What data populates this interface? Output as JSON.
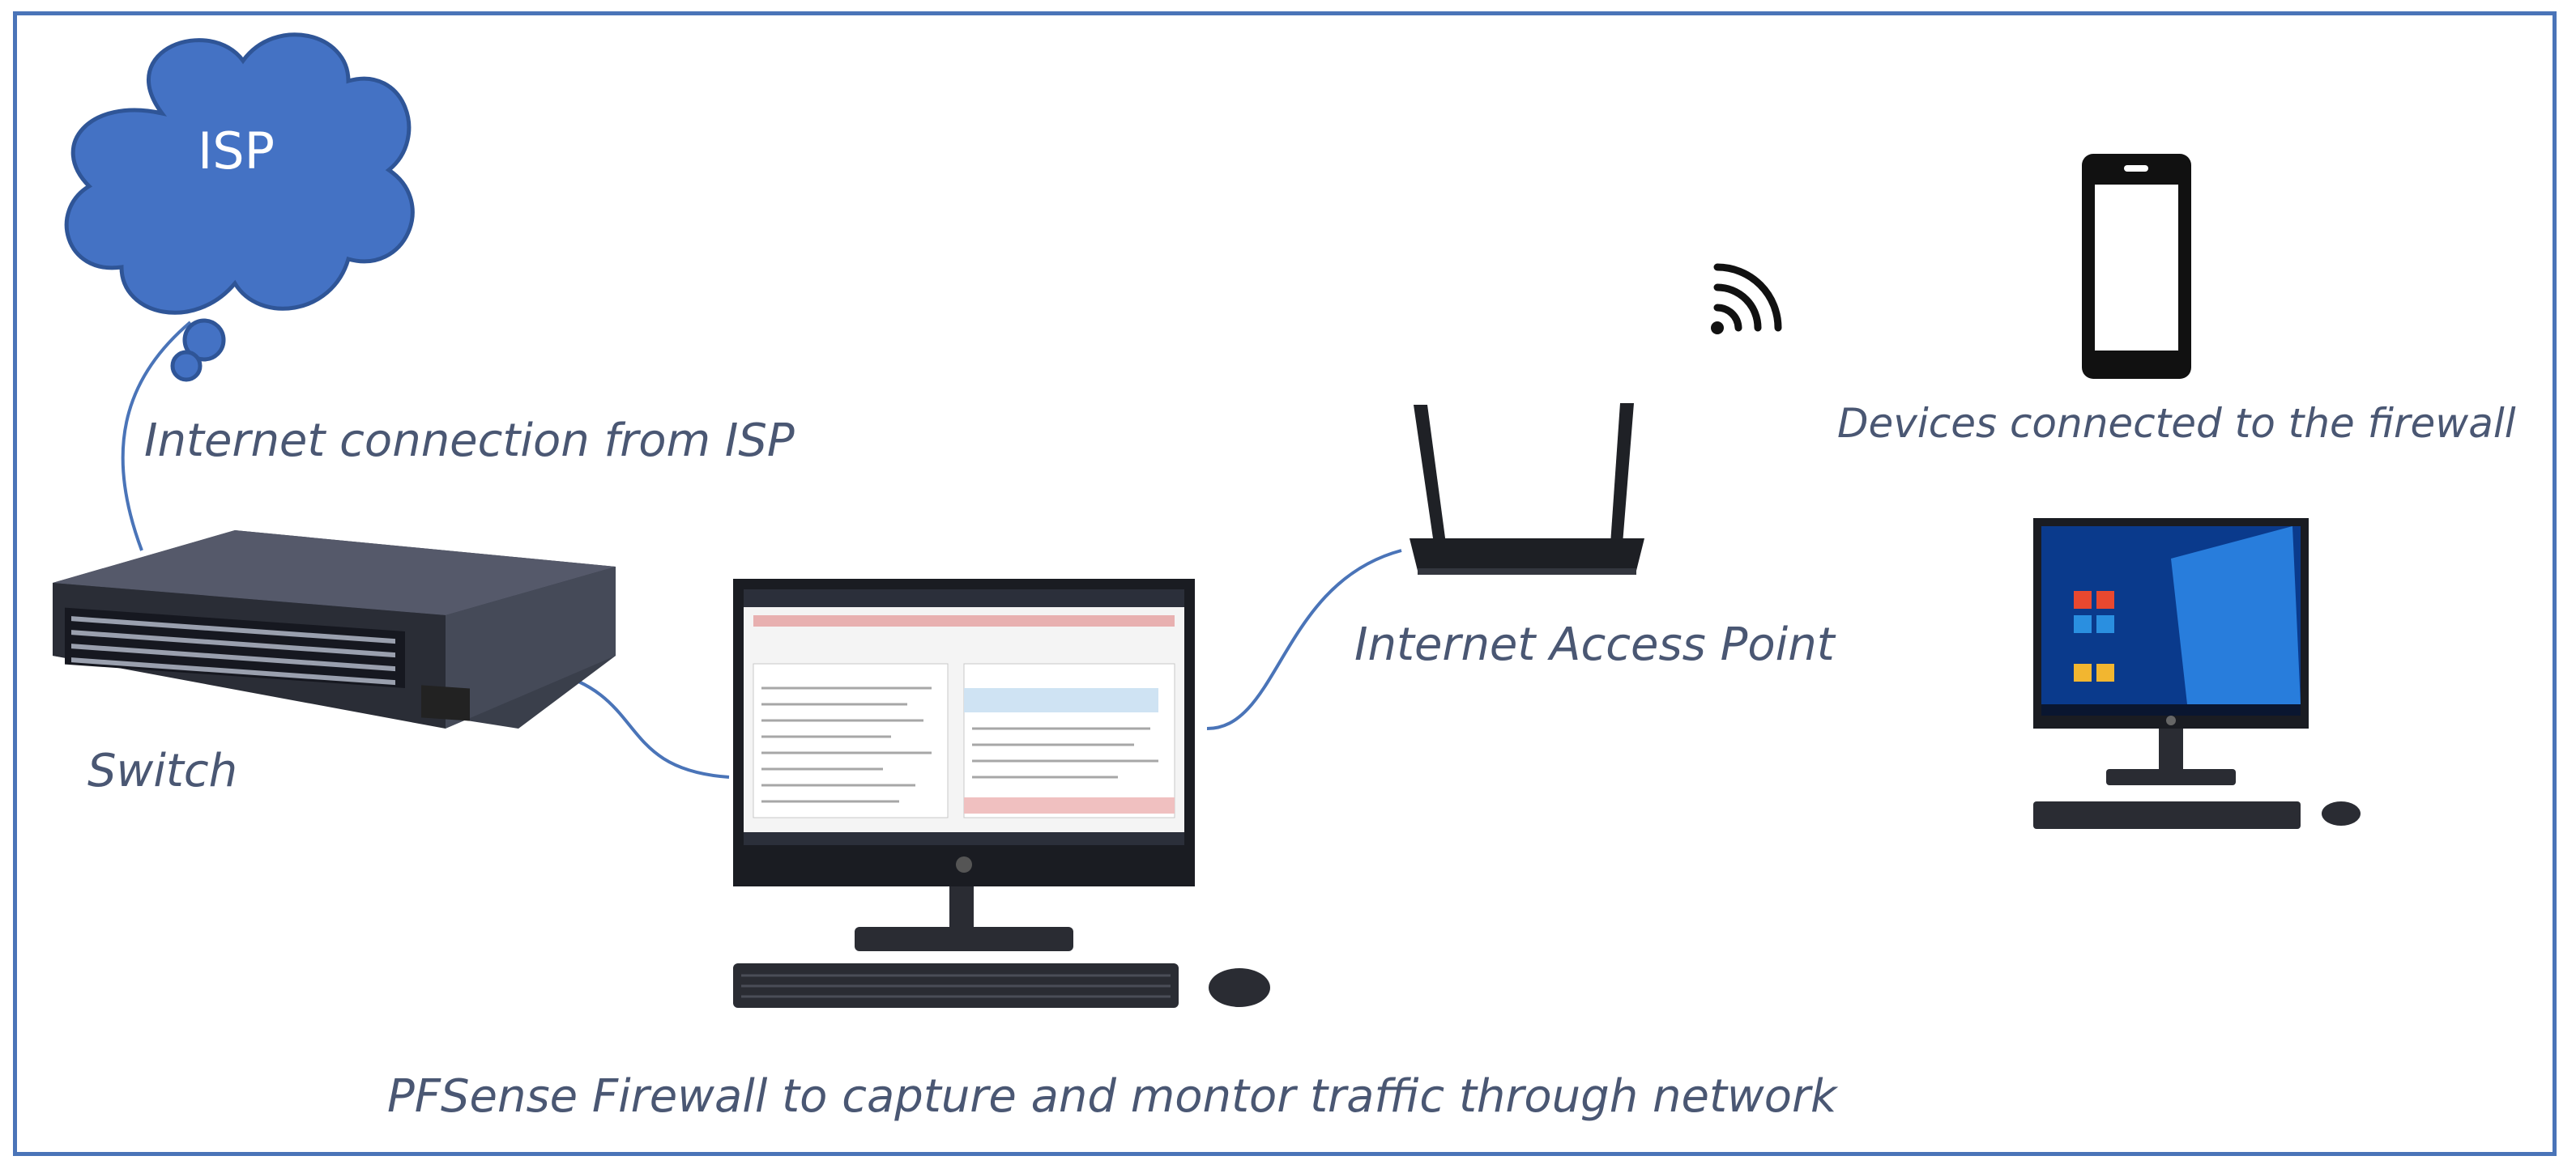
{
  "cloud": {
    "label": "ISP"
  },
  "labels": {
    "internet_connection": "Internet connection from ISP",
    "switch": "Switch",
    "access_point": "Internet Access Point",
    "devices": "Devices connected to the firewall",
    "firewall": "PFSense Firewall to capture and montor traffic through network"
  },
  "colors": {
    "frame": "#4a74b8",
    "cloud_fill": "#4472c4",
    "cloud_stroke": "#2f5597",
    "connector": "#4a74b8",
    "label_text": "#4a5773"
  },
  "icons": [
    "cloud-icon",
    "switch-icon",
    "desktop-monitor-icon",
    "keyboard-icon",
    "mouse-icon",
    "router-icon",
    "wifi-icon",
    "smartphone-icon",
    "pc-icon"
  ]
}
